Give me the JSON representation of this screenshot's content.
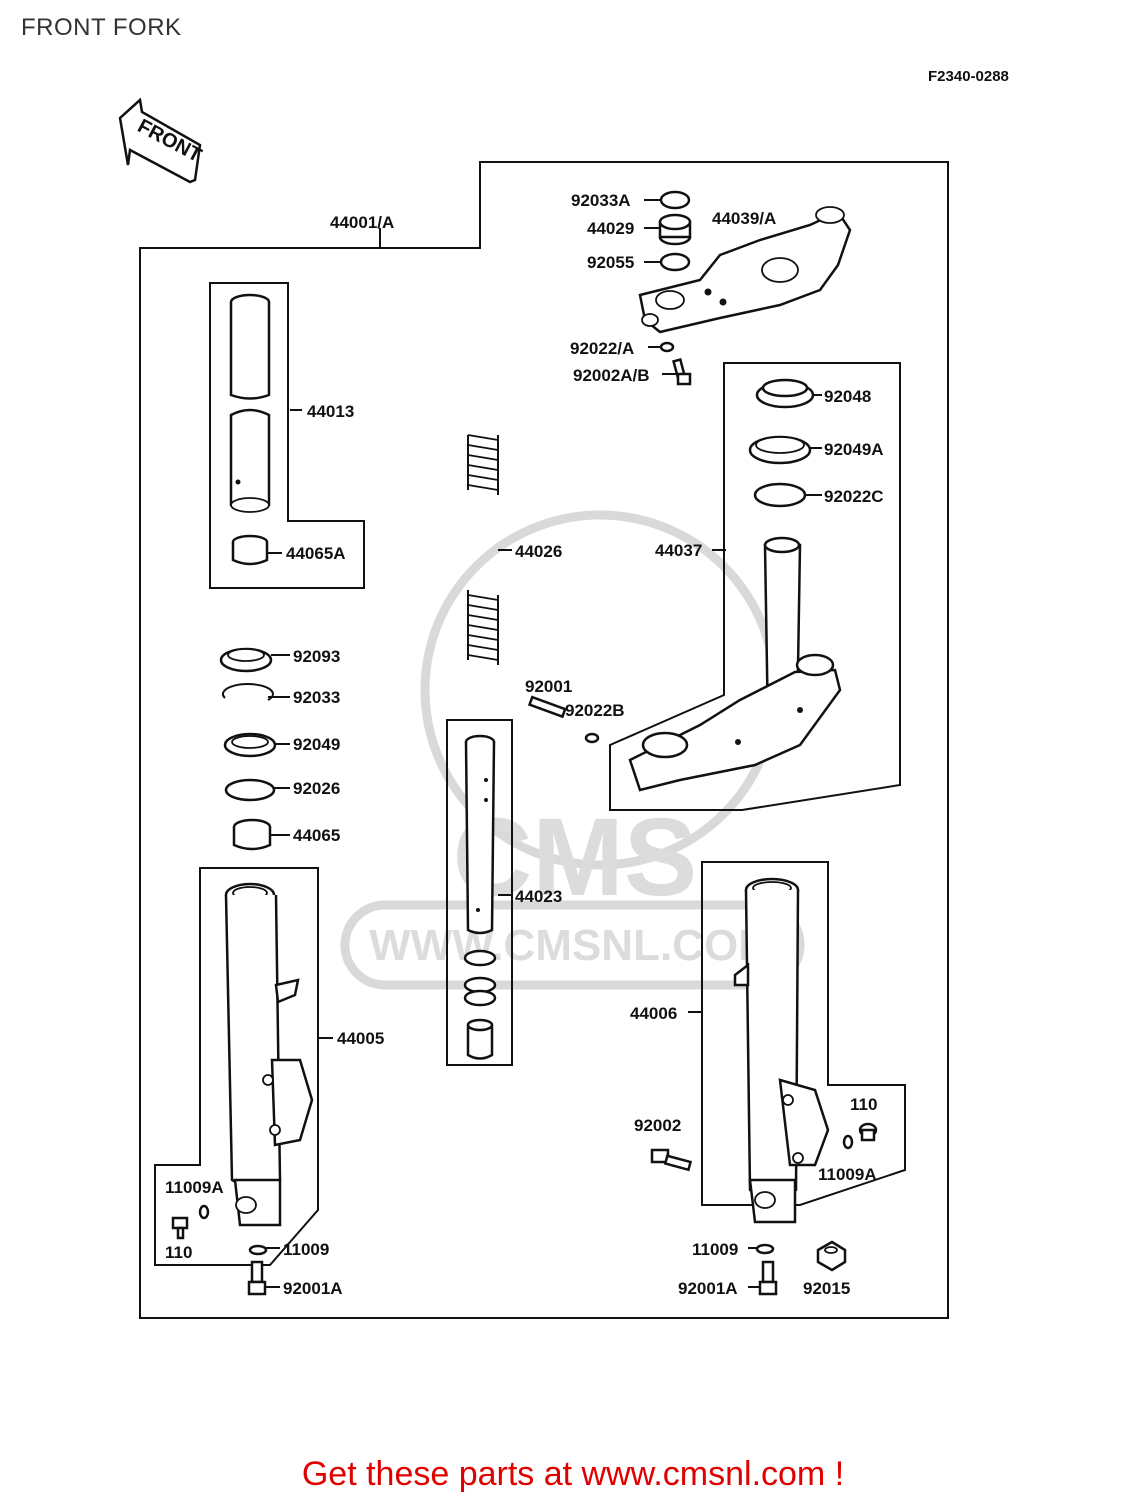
{
  "page_title": "FRONT FORK",
  "figure_code": "F2340-0288",
  "front_arrow_label": "FRONT",
  "footer_text": "Get these parts at www.cmsnl.com !",
  "watermark": {
    "logo_text": "CMS",
    "url_text": "WWW.CMSNL.COM"
  },
  "part_labels": {
    "p44001A": "44001/A",
    "p92033A": "92033A",
    "p44029": "44029",
    "p44039A": "44039/A",
    "p92055": "92055",
    "p92022A": "92022/A",
    "p92002AB": "92002A/B",
    "p44013": "44013",
    "p44065A": "44065A",
    "p92048": "92048",
    "p92049A": "92049A",
    "p92022C": "92022C",
    "p44026": "44026",
    "p44037": "44037",
    "p92093": "92093",
    "p92033": "92033",
    "p92001": "92001",
    "p92022B": "92022B",
    "p92049": "92049",
    "p92026": "92026",
    "p44065": "44065",
    "p44023": "44023",
    "p44005": "44005",
    "p44006": "44006",
    "p110_right": "110",
    "p92002": "92002",
    "p11009A_right": "11009A",
    "p11009A_left": "11009A",
    "p110_left": "110",
    "p11009_left": "11009",
    "p92001A_left": "92001A",
    "p11009_right": "11009",
    "p92001A_right": "92001A",
    "p92015": "92015"
  }
}
